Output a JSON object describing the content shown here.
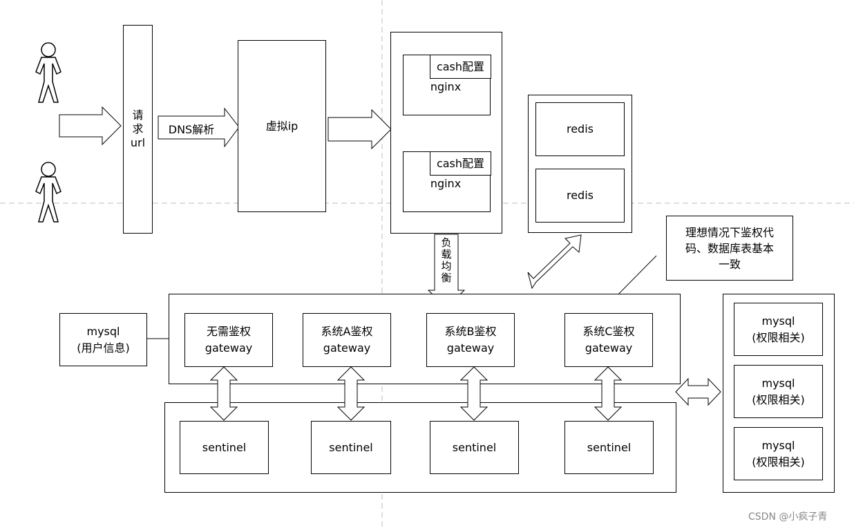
{
  "request_url": "请\n求\nurl",
  "dns_label": "DNS解析",
  "virtual_ip": "虚拟ip",
  "nginx_group": [
    {
      "cache": "cash配置",
      "name": "nginx"
    },
    {
      "cache": "cash配置",
      "name": "nginx"
    }
  ],
  "redis": [
    "redis",
    "redis"
  ],
  "load_balance": "负\n载\n均\n衡",
  "note": "理想情况下鉴权代码、数据库表基本一致",
  "user_mysql": {
    "name": "mysql",
    "desc": "(用户信息)"
  },
  "gateways": [
    {
      "line1": "无需鉴权",
      "line2": "gateway"
    },
    {
      "line1": "系统A鉴权",
      "line2": "gateway"
    },
    {
      "line1": "系统B鉴权",
      "line2": "gateway"
    },
    {
      "line1": "系统C鉴权",
      "line2": "gateway"
    }
  ],
  "sentinels": [
    "sentinel",
    "sentinel",
    "sentinel",
    "sentinel"
  ],
  "perm_mysql": [
    {
      "name": "mysql",
      "desc": "(权限相关)"
    },
    {
      "name": "mysql",
      "desc": "(权限相关)"
    },
    {
      "name": "mysql",
      "desc": "(权限相关)"
    }
  ],
  "watermark": "CSDN @小疯子青",
  "colors": {
    "line": "#000000",
    "dashed": "#bbbbbb",
    "note_bg": "#ffffff",
    "watermark": "#888888"
  }
}
